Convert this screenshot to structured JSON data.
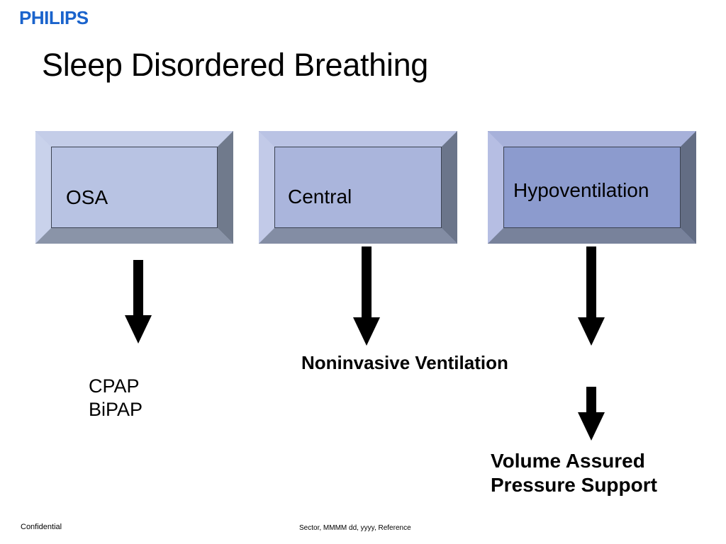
{
  "brand": {
    "logo_text": "PHILIPS",
    "logo_color": "#1A63CC"
  },
  "slide": {
    "title": "Sleep Disordered Breathing"
  },
  "diagram": {
    "boxes": [
      {
        "id": "osa",
        "label": "OSA",
        "fill": "#B8C3E3"
      },
      {
        "id": "central",
        "label": "Central",
        "fill": "#AAB5DC"
      },
      {
        "id": "hypo",
        "label": "Hypoventilation",
        "fill": "#8C9BCE"
      }
    ],
    "arrows": [
      {
        "id": "arrow-osa-to-cpap",
        "direction": "down"
      },
      {
        "id": "arrow-central-to-niv",
        "direction": "down"
      },
      {
        "id": "arrow-hypo-to-niv",
        "direction": "down"
      },
      {
        "id": "arrow-niv-to-vaps",
        "direction": "down"
      }
    ],
    "labels": {
      "cpap_bipap": [
        "CPAP",
        "BiPAP"
      ],
      "noninvasive_ventilation": "Noninvasive Ventilation",
      "volume_assured_pressure_support": [
        "Volume Assured",
        "Pressure Support"
      ]
    }
  },
  "footer": {
    "confidential": "Confidential",
    "reference": "Sector, MMMM dd, yyyy, Reference"
  }
}
